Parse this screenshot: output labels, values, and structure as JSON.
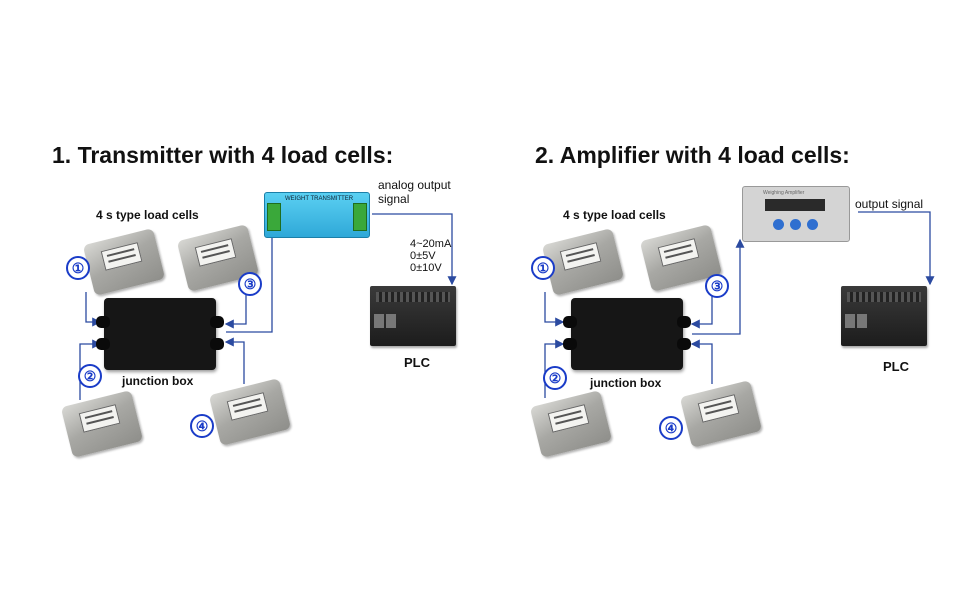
{
  "left": {
    "title": "1. Transmitter with 4 load cells:",
    "cells_label": "4 s type load cells",
    "device_label": "WEIGHT TRANSMITTER",
    "output_label": "analog output\nsignal",
    "spec": [
      "4~20mA",
      "0±5V",
      "0±10V"
    ],
    "junction_label": "junction box",
    "plc_label": "PLC",
    "numbers": [
      "①",
      "②",
      "③",
      "④"
    ]
  },
  "right": {
    "title": "2. Amplifier  with 4 load cells:",
    "cells_label": "4 s type load cells",
    "device_label": "Weighing Amplifier",
    "output_label": "output signal",
    "junction_label": "junction box",
    "plc_label": "PLC",
    "numbers": [
      "①",
      "②",
      "③",
      "④"
    ]
  },
  "colors": {
    "arrow": "#2b4aa0",
    "number": "#1a3cc8",
    "transmitter": "#3fb8e4",
    "amplifier_button": "#2f6fd0"
  }
}
